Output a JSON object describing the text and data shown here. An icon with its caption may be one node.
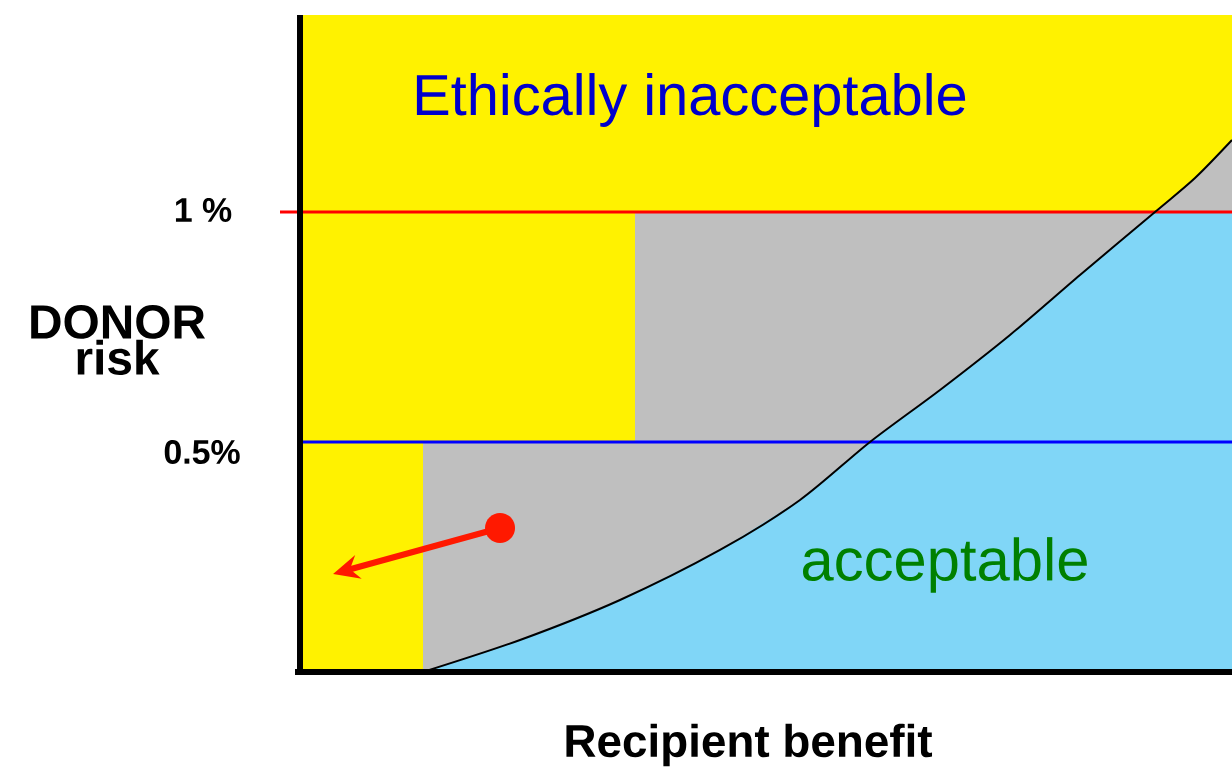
{
  "diagram": {
    "labels": [
      "Ethically inacceptable",
      "1 %",
      "DONOR risk",
      "0.5%",
      "acceptable",
      "Recipient benefit"
    ]
  }
}
